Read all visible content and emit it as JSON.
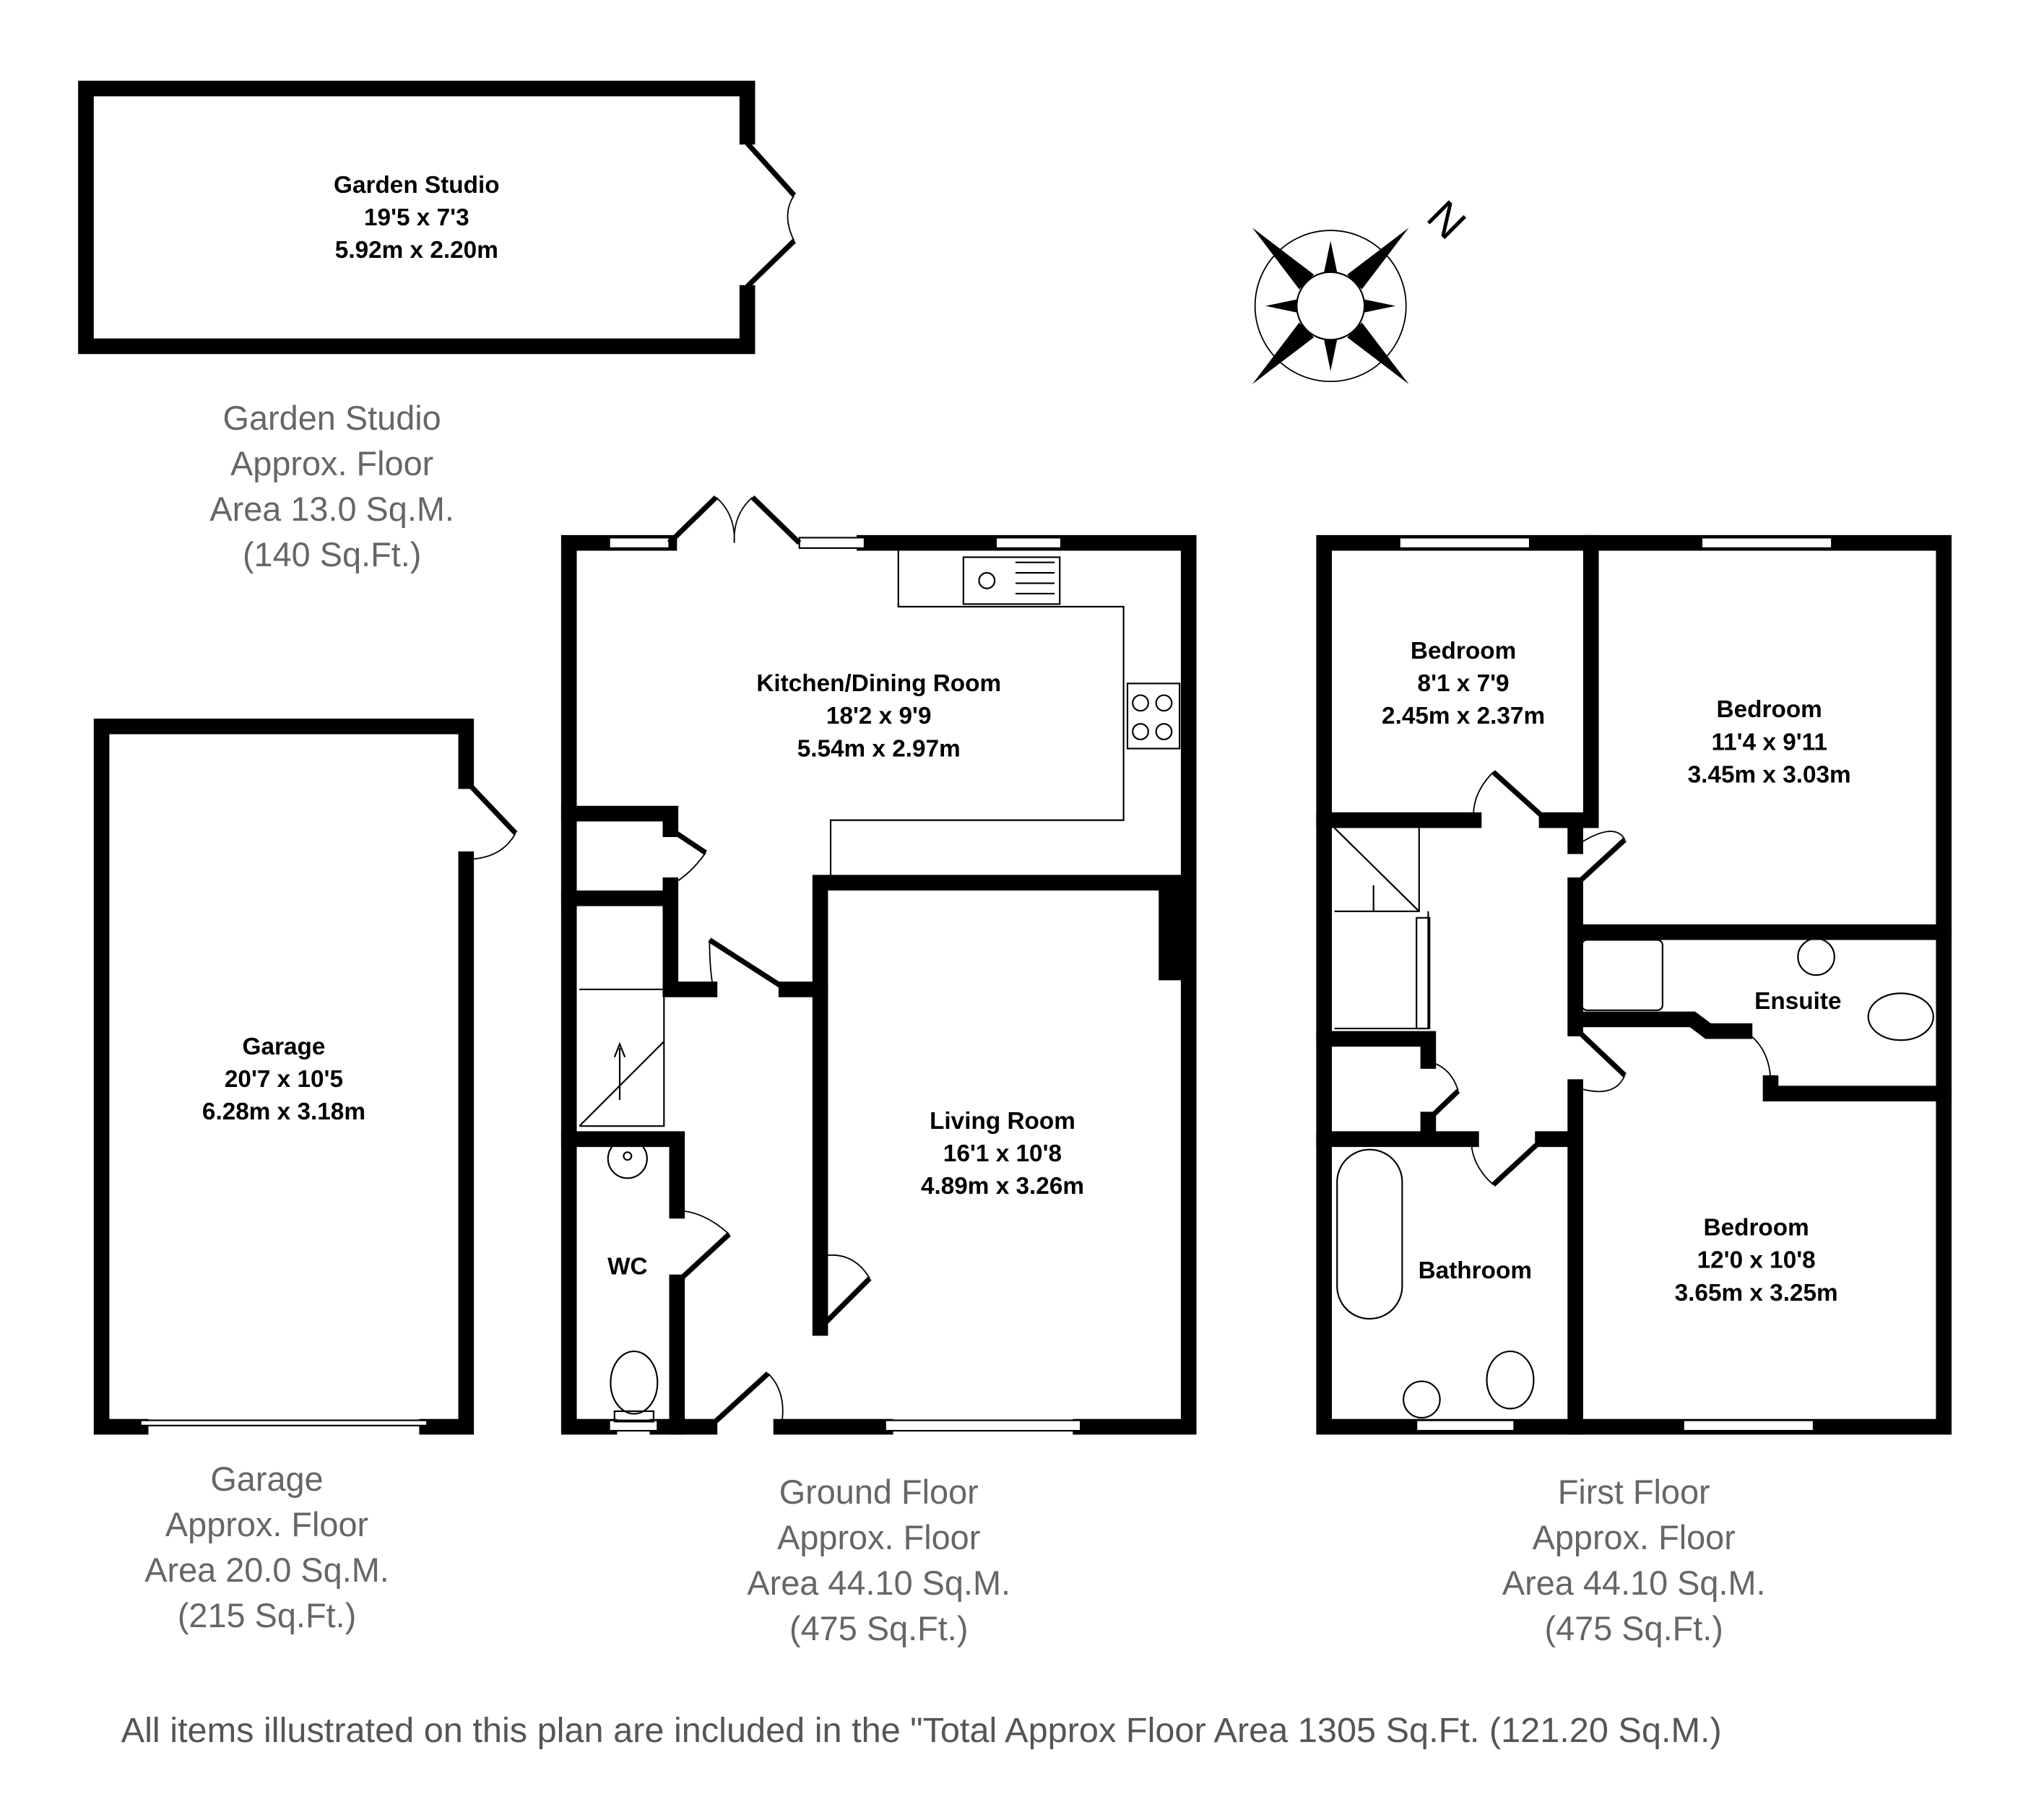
{
  "rooms": {
    "garden_studio": {
      "name": "Garden Studio",
      "imperial": "19'5 x 7'3",
      "metric": "5.92m x 2.20m"
    },
    "garage": {
      "name": "Garage",
      "imperial": "20'7 x 10'5",
      "metric": "6.28m x 3.18m"
    },
    "kitchen": {
      "name": "Kitchen/Dining Room",
      "imperial": "18'2 x 9'9",
      "metric": "5.54m x 2.97m"
    },
    "living": {
      "name": "Living Room",
      "imperial": "16'1 x 10'8",
      "metric": "4.89m x 3.26m"
    },
    "wc": {
      "name": "WC"
    },
    "bedroom1": {
      "name": "Bedroom",
      "imperial": "8'1 x 7'9",
      "metric": "2.45m x 2.37m"
    },
    "bedroom2": {
      "name": "Bedroom",
      "imperial": "11'4 x 9'11",
      "metric": "3.45m x 3.03m"
    },
    "ensuite": {
      "name": "Ensuite"
    },
    "bathroom": {
      "name": "Bathroom"
    },
    "bedroom3": {
      "name": "Bedroom",
      "imperial": "12'0 x 10'8",
      "metric": "3.65m x 3.25m"
    }
  },
  "areas": {
    "garden_studio": [
      "Garden Studio",
      "Approx. Floor",
      "Area 13.0 Sq.M.",
      "(140 Sq.Ft.)"
    ],
    "garage": [
      "Garage",
      "Approx. Floor",
      "Area 20.0 Sq.M.",
      "(215 Sq.Ft.)"
    ],
    "ground": [
      "Ground Floor",
      "Approx. Floor",
      "Area 44.10 Sq.M.",
      "(475 Sq.Ft.)"
    ],
    "first": [
      "First Floor",
      "Approx. Floor",
      "Area 44.10 Sq.M.",
      "(475 Sq.Ft.)"
    ]
  },
  "compass": {
    "label": "N"
  },
  "footer": "All items illustrated on this plan are included in the \"Total Approx Floor Area 1305 Sq.Ft. (121.20 Sq.M.)"
}
